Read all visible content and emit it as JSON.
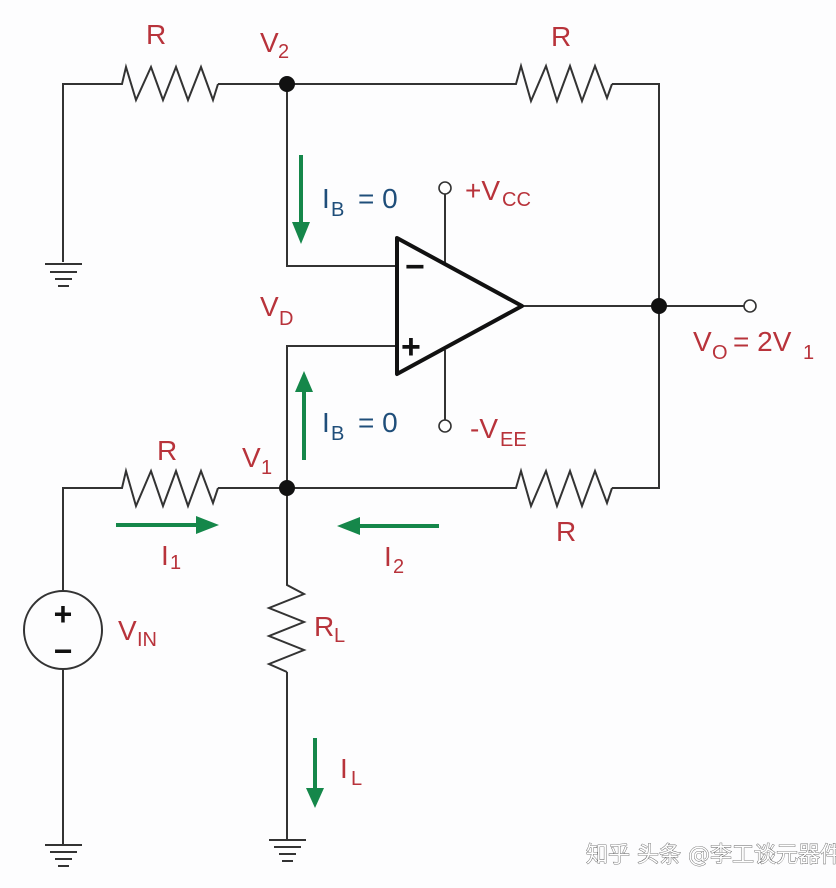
{
  "diagram": {
    "title": "Howland current source (op-amp circuit)",
    "colors": {
      "wire": "#333333",
      "label_red": "#b8333b",
      "label_blue": "#1f4e7a",
      "arrow_green": "#15874a"
    },
    "labels": {
      "r_top_left": "R",
      "r_top_right": "R",
      "r_bottom_left": "R",
      "r_bottom_right": "R",
      "v2": {
        "main": "V",
        "sub": "2"
      },
      "vd": {
        "main": "V",
        "sub": "D"
      },
      "v1": {
        "main": "V",
        "sub": "1"
      },
      "vcc": {
        "main": "+V",
        "sub": "CC"
      },
      "vee": {
        "main": "-V",
        "sub": "EE"
      },
      "vo": {
        "main": "V",
        "sub": "O",
        "rest": "= 2V",
        "rest_sub": "1"
      },
      "ib_top": {
        "main": "I",
        "sub": "B",
        "rest": "= 0"
      },
      "ib_bottom": {
        "main": "I",
        "sub": "B",
        "rest": "= 0"
      },
      "i1": {
        "main": "I",
        "sub": "1"
      },
      "i2": {
        "main": "I",
        "sub": "2"
      },
      "il": {
        "main": "I",
        "sub": "L"
      },
      "rl": {
        "main": "R",
        "sub": "L"
      },
      "vin": {
        "main": "V",
        "sub": "IN"
      },
      "opamp_minus": "−",
      "opamp_plus": "+",
      "source_plus": "+",
      "source_minus": "−"
    },
    "watermark": "知乎 头条 @李工谈元器件"
  }
}
